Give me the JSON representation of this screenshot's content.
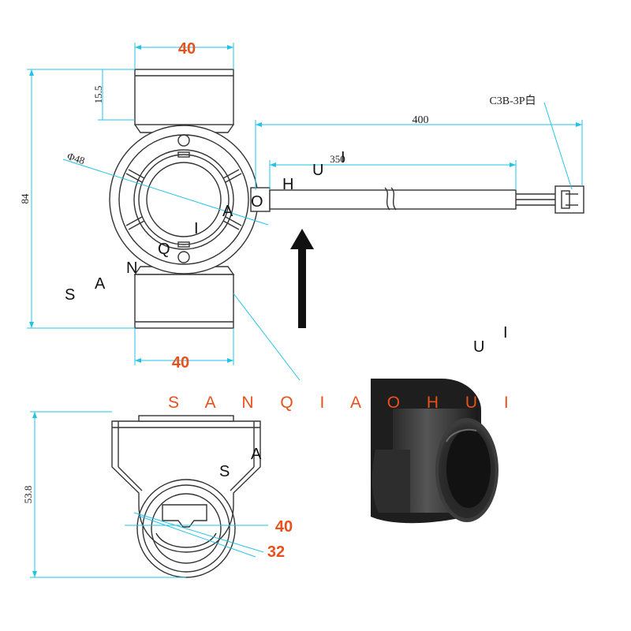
{
  "dimensions": {
    "top_width": "40",
    "cap_height": "15.5",
    "total_height": "84",
    "diameter": "Φ48",
    "bottom_width": "40",
    "cable_total": "400",
    "cable_inner": "350",
    "connector_label": "C3B-3P白",
    "front_height": "53.8",
    "outer_dia": "40",
    "inner_dia": "32"
  },
  "watermarks": {
    "arc_letters": [
      "S",
      "A",
      "N",
      "Q",
      "I",
      "A",
      "O",
      "H",
      "U",
      "I"
    ],
    "orange_line": "S A N Q I A O H U I",
    "front_letters": [
      "S",
      "A"
    ]
  },
  "colors": {
    "dimension_line": "#22c4e6",
    "orange_text": "#e8501c",
    "outline": "#333333"
  },
  "flow_arrow": "up"
}
